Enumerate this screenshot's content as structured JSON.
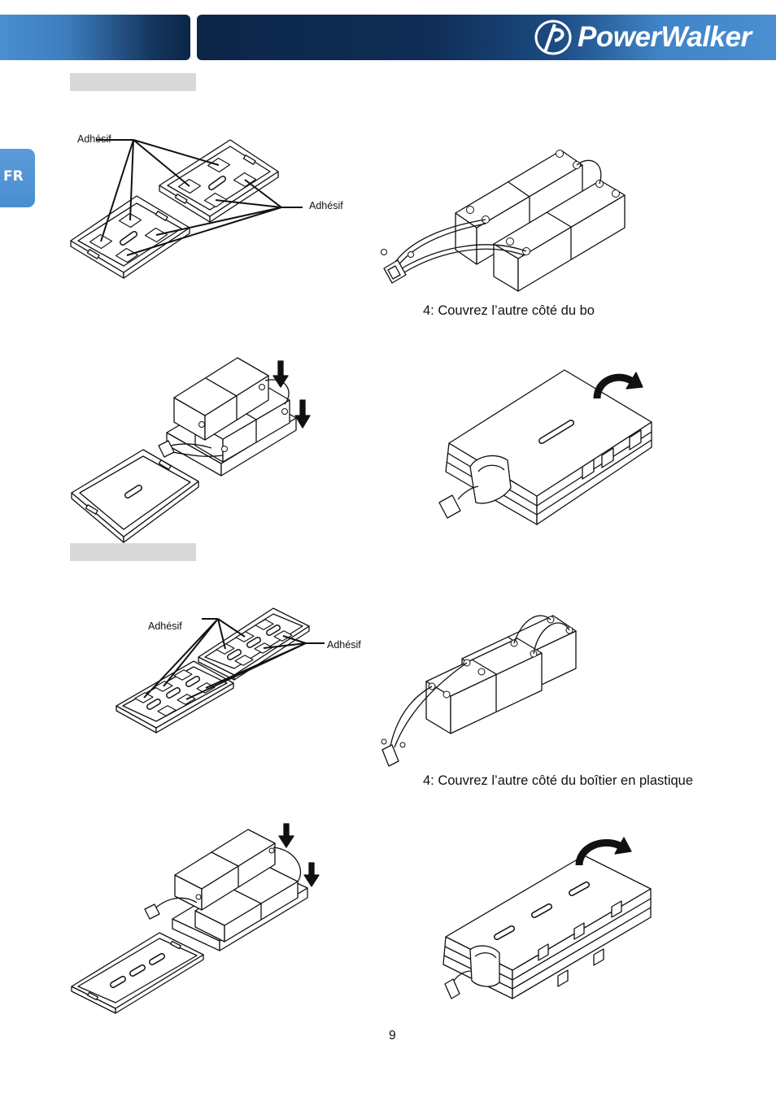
{
  "header": {
    "brand": "PowerWalker",
    "logo_icon": "powerwalker-emblem-icon"
  },
  "language_tab": "FR",
  "colors": {
    "header_dark": "#0c2649",
    "header_light": "#4a8fd1",
    "tab": "#4a8fd1",
    "section_bar": "#d9d9d9"
  },
  "section_1": {
    "figure_labels": {
      "adhesive_left": "Adhésif",
      "adhesive_right": "Adhésif"
    },
    "caption": "4: Couvrez l’autre côté du bo"
  },
  "section_2": {
    "figure_labels": {
      "adhesive_left": "Adhésif",
      "adhesive_right": "Adhésif"
    },
    "caption": "4: Couvrez l’autre côté du boîtier en plastique"
  },
  "icons": {
    "arrow_down": "arrow-down-icon",
    "rotate": "rotate-arrow-icon"
  },
  "page_number": "9"
}
